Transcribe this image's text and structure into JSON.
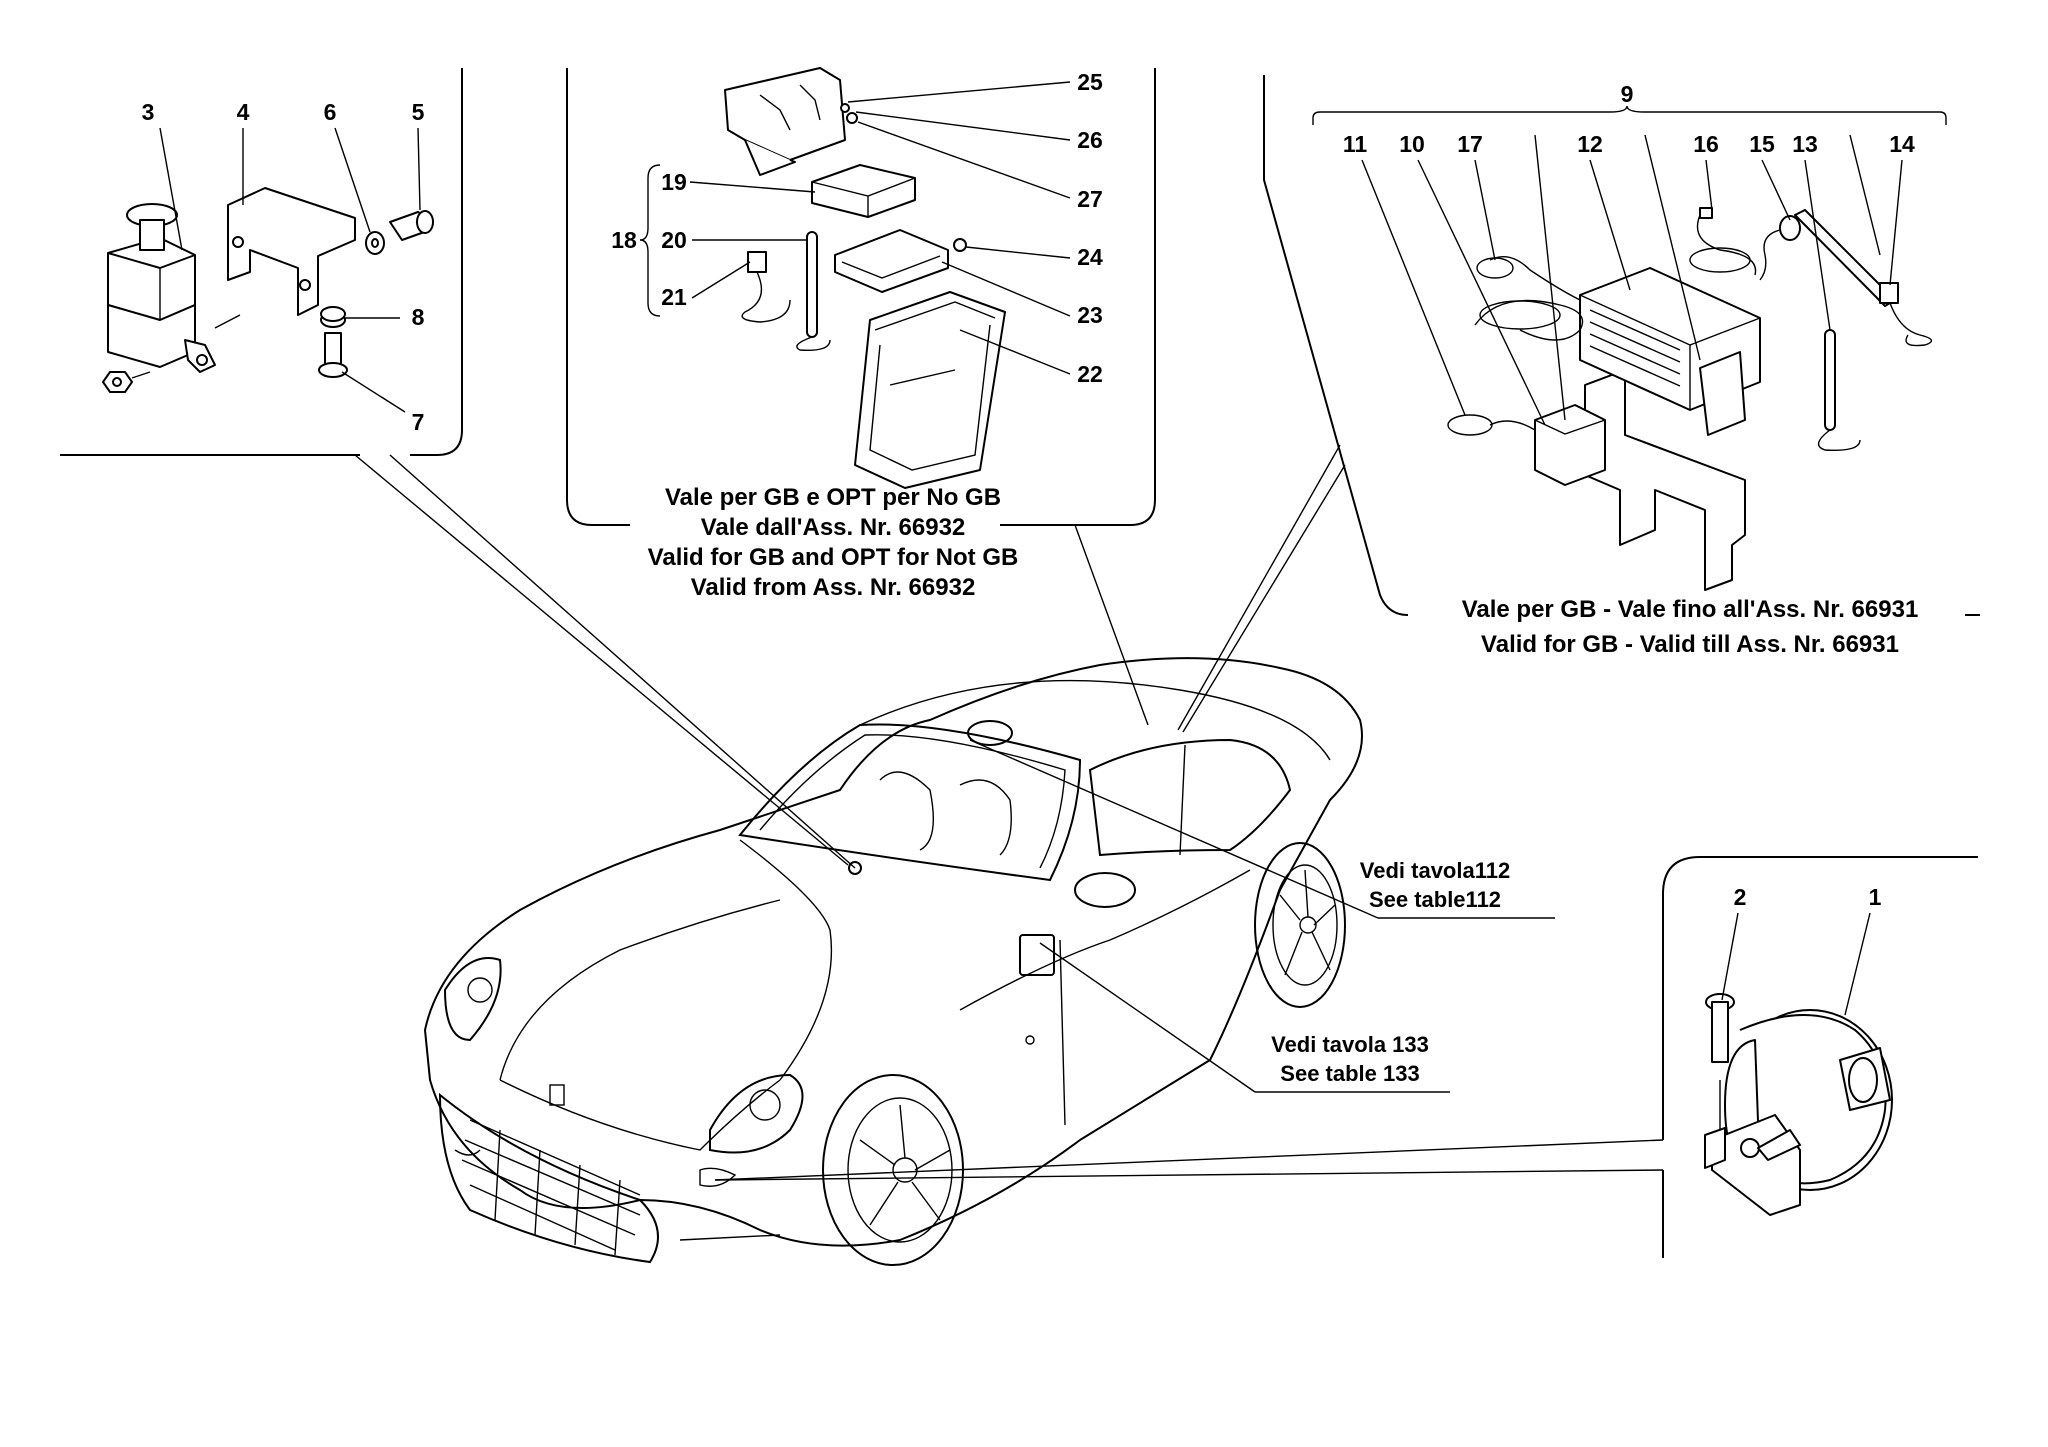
{
  "part_numbers": [
    "1",
    "2",
    "3",
    "4",
    "5",
    "6",
    "7",
    "8",
    "9",
    "10",
    "11",
    "12",
    "13",
    "14",
    "15",
    "16",
    "17",
    "18",
    "19",
    "20",
    "21",
    "22",
    "23",
    "24",
    "25",
    "26",
    "27"
  ],
  "notes": {
    "center_line1": "Vale per GB e OPT per No GB",
    "center_line2": "Vale dall'Ass. Nr. 66932",
    "center_line3": "Valid for GB and OPT for Not GB",
    "center_line4": "Valid from Ass. Nr. 66932",
    "right_line1": "Vale per GB - Vale fino all'Ass. Nr. 66931",
    "right_line2": "Valid for GB - Valid till Ass. Nr. 66931"
  },
  "refs": {
    "table112_it": "Vedi tavola112",
    "table112_en": "See table112",
    "table133_it": "Vedi tavola 133",
    "table133_en": "See table 133"
  }
}
